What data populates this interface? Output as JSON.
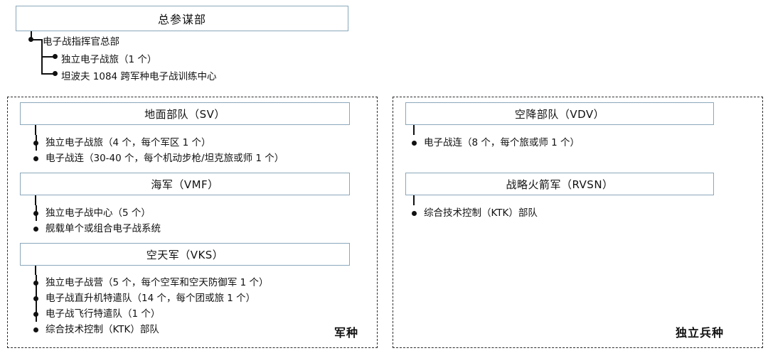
{
  "header": {
    "title": "总参谋部"
  },
  "top_tree": {
    "root_label": "电子战指挥官总部",
    "children": [
      "独立电子战旅（1 个）",
      "坦波夫 1084 跨军种电子战训练中心"
    ]
  },
  "panels": [
    {
      "tag": "军种",
      "groups": [
        {
          "title": "地面部队（SV）",
          "items": [
            "独立电子战旅（4 个，每个军区 1 个）",
            "电子战连（30-40 个，每个机动步枪/坦克旅或师 1 个）"
          ]
        },
        {
          "title": "海军（VMF）",
          "items": [
            "独立电子战中心（5 个）",
            "舰载单个或组合电子战系统"
          ]
        },
        {
          "title": "空天军（VKS）",
          "items": [
            "独立电子战营（5 个，每个空军和空天防御军 1 个）",
            "电子战直升机特遣队（14 个，每个团或旅 1 个）",
            "电子战飞行特遣队（1 个）",
            "综合技术控制（KTK）部队"
          ]
        }
      ]
    },
    {
      "tag": "独立兵种",
      "groups": [
        {
          "title": "空降部队（VDV）",
          "items": [
            "电子战连（8 个，每个旅或师 1 个）"
          ]
        },
        {
          "title": "战略火箭军（RVSN）",
          "items": [
            "综合技术控制（KTK）部队"
          ]
        }
      ]
    }
  ],
  "colors": {
    "box_border": "#8aa7bb",
    "panel_border": "#2b2b2b",
    "connector": "#111111",
    "background": "#ffffff"
  }
}
